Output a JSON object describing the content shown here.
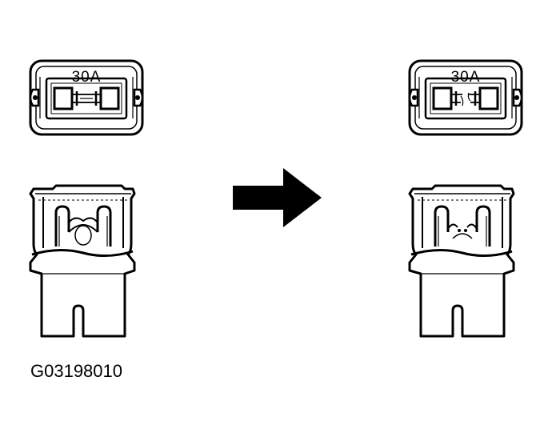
{
  "diagram": {
    "figure_code": "G03198010",
    "left_fuse": {
      "rating": "30A",
      "element": "intact"
    },
    "right_fuse": {
      "rating": "30A",
      "element": "blown"
    },
    "arrow": "right",
    "colors": {
      "ink": "#000000",
      "paper": "#ffffff"
    }
  }
}
